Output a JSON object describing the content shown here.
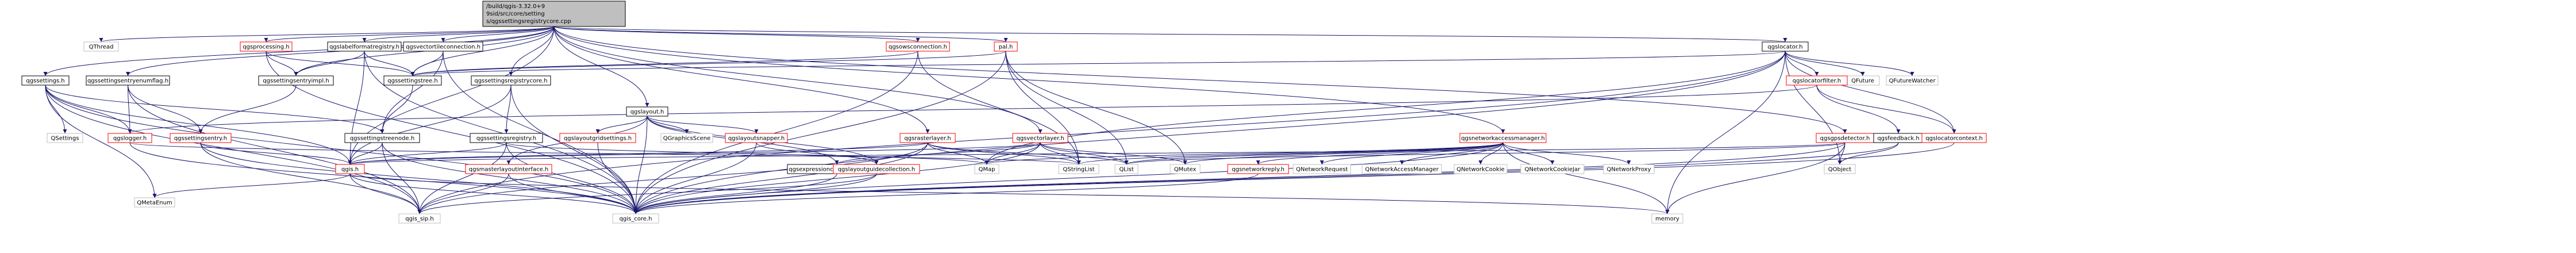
{
  "graph": {
    "edge_color": "#191970",
    "node_styles": {
      "root": {
        "fill": "#bfbfbf",
        "stroke": "#000000"
      },
      "normal": {
        "fill": "#ffffff",
        "stroke": "#000000"
      },
      "red": {
        "fill": "#ffffff",
        "stroke": "#ff0000"
      },
      "plain": {
        "fill": "#ffffff",
        "stroke": "#bfbfbf"
      }
    },
    "nodes": [
      {
        "id": "root",
        "label": "/build/qgis-3.32.0+99sid/src/core/settings/qgssettingsregistrycore.cpp",
        "style": "root"
      },
      {
        "id": "QThread",
        "label": "QThread",
        "style": "plain"
      },
      {
        "id": "qgssettings_h",
        "label": "qgssettings.h",
        "style": "normal"
      },
      {
        "id": "qgssettingsentryenumflag_h",
        "label": "qgssettingsentryenumflag.h",
        "style": "normal"
      },
      {
        "id": "qgsprocessing_h",
        "label": "qgsprocessing.h",
        "style": "red"
      },
      {
        "id": "qgslabelformatregistry_h",
        "label": "qgslabelformatregistry.h",
        "style": "normal"
      },
      {
        "id": "qgsvectortileconnection_h",
        "label": "qgsvectortileconnection.h",
        "style": "normal"
      },
      {
        "id": "qgsowsconnection_h",
        "label": "qgsowsconnection.h",
        "style": "red"
      },
      {
        "id": "pal_h",
        "label": "pal.h",
        "style": "red"
      },
      {
        "id": "qgslocator_h",
        "label": "qgslocator.h",
        "style": "normal"
      },
      {
        "id": "qgssettingsentryimpl_h",
        "label": "qgssettingsentryimpl.h",
        "style": "normal"
      },
      {
        "id": "qgssettingstree_h",
        "label": "qgssettingstree.h",
        "style": "normal"
      },
      {
        "id": "qgssettingsregistrycore_h",
        "label": "qgssettingsregistrycore.h",
        "style": "normal"
      },
      {
        "id": "qgslayout_h",
        "label": "qgslayout.h",
        "style": "normal"
      },
      {
        "id": "QFuture",
        "label": "QFuture",
        "style": "plain"
      },
      {
        "id": "QFutureWatcher",
        "label": "QFutureWatcher",
        "style": "plain"
      },
      {
        "id": "qgslocatorfilter_h",
        "label": "qgslocatorfilter.h",
        "style": "red"
      },
      {
        "id": "QSettings",
        "label": "QSettings",
        "style": "plain"
      },
      {
        "id": "qgslogger_h",
        "label": "qgslogger.h",
        "style": "red"
      },
      {
        "id": "qgssettingsentry_h",
        "label": "qgssettingsentry.h",
        "style": "red"
      },
      {
        "id": "qgssettingstreenode_h",
        "label": "qgssettingstreenode.h",
        "style": "normal"
      },
      {
        "id": "qgssettingsregistry_h",
        "label": "qgssettingsregistry.h",
        "style": "normal"
      },
      {
        "id": "qgslayoutgridsettings_h",
        "label": "qgslayoutgridsettings.h",
        "style": "red"
      },
      {
        "id": "QGraphicsScene",
        "label": "QGraphicsScene",
        "style": "plain"
      },
      {
        "id": "qgslayoutsnapper_h",
        "label": "qgslayoutsnapper.h",
        "style": "red"
      },
      {
        "id": "qgsrasterlayer_h",
        "label": "qgsrasterlayer.h",
        "style": "red"
      },
      {
        "id": "qgsvectorlayer_h",
        "label": "qgsvectorlayer.h",
        "style": "red"
      },
      {
        "id": "qgsnetworkaccessmanager_h",
        "label": "qgsnetworkaccessmanager.h",
        "style": "red"
      },
      {
        "id": "qgsgpsdetector_h",
        "label": "qgsgpsdetector.h",
        "style": "red"
      },
      {
        "id": "qgsfeedback_h",
        "label": "qgsfeedback.h",
        "style": "normal"
      },
      {
        "id": "qgslocatorcontext_h",
        "label": "qgslocatorcontext.h",
        "style": "red"
      },
      {
        "id": "qgis_h",
        "label": "qgis.h",
        "style": "red"
      },
      {
        "id": "qgsmasterlayoutinterface_h",
        "label": "qgsmasterlayoutinterface.h",
        "style": "red"
      },
      {
        "id": "qgsexpressioncontextgenerator_h",
        "label": "qgsexpressioncontextgenerator.h",
        "style": "normal"
      },
      {
        "id": "qgslayoutguidecollection_h",
        "label": "qgslayoutguidecollection.h",
        "style": "red"
      },
      {
        "id": "QMap",
        "label": "QMap",
        "style": "plain"
      },
      {
        "id": "QStringList",
        "label": "QStringList",
        "style": "plain"
      },
      {
        "id": "QList",
        "label": "QList",
        "style": "plain"
      },
      {
        "id": "QMutex",
        "label": "QMutex",
        "style": "plain"
      },
      {
        "id": "qgsnetworkreply_h",
        "label": "qgsnetworkreply.h",
        "style": "red"
      },
      {
        "id": "QNetworkRequest",
        "label": "QNetworkRequest",
        "style": "plain"
      },
      {
        "id": "QNetworkAccessManager",
        "label": "QNetworkAccessManager",
        "style": "plain"
      },
      {
        "id": "QNetworkCookie",
        "label": "QNetworkCookie",
        "style": "plain"
      },
      {
        "id": "QNetworkCookieJar",
        "label": "QNetworkCookieJar",
        "style": "plain"
      },
      {
        "id": "QNetworkProxy",
        "label": "QNetworkProxy",
        "style": "plain"
      },
      {
        "id": "QObject",
        "label": "QObject",
        "style": "plain"
      },
      {
        "id": "QMetaEnum",
        "label": "QMetaEnum",
        "style": "plain"
      },
      {
        "id": "qgis_sip_h",
        "label": "qgis_sip.h",
        "style": "plain"
      },
      {
        "id": "qgis_core_h",
        "label": "qgis_core.h",
        "style": "plain"
      },
      {
        "id": "memory",
        "label": "memory",
        "style": "plain"
      }
    ],
    "edges": [
      [
        "root",
        "QThread"
      ],
      [
        "root",
        "qgssettings_h"
      ],
      [
        "root",
        "qgssettingsentryenumflag_h"
      ],
      [
        "root",
        "qgsprocessing_h"
      ],
      [
        "root",
        "qgslabelformatregistry_h"
      ],
      [
        "root",
        "qgsvectortileconnection_h"
      ],
      [
        "root",
        "qgsowsconnection_h"
      ],
      [
        "root",
        "pal_h"
      ],
      [
        "root",
        "qgslocator_h"
      ],
      [
        "root",
        "qgssettingsregistrycore_h"
      ],
      [
        "root",
        "qgslayout_h"
      ],
      [
        "root",
        "qgsrasterlayer_h"
      ],
      [
        "root",
        "qgsvectorlayer_h"
      ],
      [
        "root",
        "qgsnetworkaccessmanager_h"
      ],
      [
        "root",
        "qgsgpsdetector_h"
      ],
      [
        "root",
        "qgssettingsentryimpl_h"
      ],
      [
        "root",
        "qgssettingstree_h"
      ],
      [
        "root",
        "qgis_h"
      ],
      [
        "qgssettings_h",
        "QSettings"
      ],
      [
        "qgssettings_h",
        "qgslogger_h"
      ],
      [
        "qgssettings_h",
        "qgssettingstreenode_h"
      ],
      [
        "qgssettings_h",
        "QMetaEnum"
      ],
      [
        "qgssettings_h",
        "qgis_sip_h"
      ],
      [
        "qgssettings_h",
        "qgis_core_h"
      ],
      [
        "qgssettings_h",
        "qgis_h"
      ],
      [
        "qgssettingsentryenumflag_h",
        "qgssettingsentry_h"
      ],
      [
        "qgssettingsentryenumflag_h",
        "qgslogger_h"
      ],
      [
        "qgssettingsentryenumflag_h",
        "qgis_sip_h"
      ],
      [
        "qgsprocessing_h",
        "qgssettingsentryimpl_h"
      ],
      [
        "qgsprocessing_h",
        "qgssettingstree_h"
      ],
      [
        "qgsprocessing_h",
        "qgis_core_h"
      ],
      [
        "qgslabelformatregistry_h",
        "qgssettingsentryimpl_h"
      ],
      [
        "qgslabelformatregistry_h",
        "qgssettingstree_h"
      ],
      [
        "qgslabelformatregistry_h",
        "qgis_core_h"
      ],
      [
        "qgslabelformatregistry_h",
        "qgis_h"
      ],
      [
        "qgsvectortileconnection_h",
        "qgssettingstree_h"
      ],
      [
        "qgsvectortileconnection_h",
        "qgssettingstreenode_h"
      ],
      [
        "qgsvectortileconnection_h",
        "qgis_core_h"
      ],
      [
        "qgsowsconnection_h",
        "qgssettingstree_h"
      ],
      [
        "qgsowsconnection_h",
        "QStringList"
      ],
      [
        "qgsowsconnection_h",
        "qgis_core_h"
      ],
      [
        "pal_h",
        "qgssettingstree_h"
      ],
      [
        "pal_h",
        "QList"
      ],
      [
        "pal_h",
        "QMutex"
      ],
      [
        "pal_h",
        "QStringList"
      ],
      [
        "pal_h",
        "qgis_core_h"
      ],
      [
        "qgslocator_h",
        "QFuture"
      ],
      [
        "qgslocator_h",
        "QFutureWatcher"
      ],
      [
        "qgslocator_h",
        "qgslocatorfilter_h"
      ],
      [
        "qgslocator_h",
        "qgslocatorcontext_h"
      ],
      [
        "qgslocator_h",
        "qgssettingstree_h"
      ],
      [
        "qgslocator_h",
        "QObject"
      ],
      [
        "qgslocator_h",
        "QMap"
      ],
      [
        "qgslocator_h",
        "memory"
      ],
      [
        "qgslocator_h",
        "qgis_core_h"
      ],
      [
        "qgslocator_h",
        "qgis_sip_h"
      ],
      [
        "qgslocatorfilter_h",
        "qgslocatorcontext_h"
      ],
      [
        "qgslocatorfilter_h",
        "qgslogger_h"
      ],
      [
        "qgslocatorfilter_h",
        "qgsfeedback_h"
      ],
      [
        "qgssettingsentryimpl_h",
        "qgssettingsentry_h"
      ],
      [
        "qgssettingstree_h",
        "qgssettingstreenode_h"
      ],
      [
        "qgssettingsregistrycore_h",
        "qgssettingsregistry_h"
      ],
      [
        "qgssettingsregistrycore_h",
        "qgis_core_h"
      ],
      [
        "qgssettingsregistrycore_h",
        "qgis_h"
      ],
      [
        "qgssettingsentry_h",
        "qgis_h"
      ],
      [
        "qgssettingsentry_h",
        "qgis_core_h"
      ],
      [
        "qgssettingsentry_h",
        "qgis_sip_h"
      ],
      [
        "qgslogger_h",
        "qgis_core_h"
      ],
      [
        "qgslogger_h",
        "QStringList"
      ],
      [
        "qgssettingstreenode_h",
        "qgis_h"
      ],
      [
        "qgssettingstreenode_h",
        "qgis_core_h"
      ],
      [
        "qgssettingstreenode_h",
        "qgis_sip_h"
      ],
      [
        "qgssettingsregistry_h",
        "QMap"
      ],
      [
        "qgssettingsregistry_h",
        "qgis_core_h"
      ],
      [
        "qgssettingsregistry_h",
        "qgis_sip_h"
      ],
      [
        "qgssettingsregistry_h",
        "qgis_h"
      ],
      [
        "qgslayout_h",
        "QGraphicsScene"
      ],
      [
        "qgslayout_h",
        "qgslayoutgridsettings_h"
      ],
      [
        "qgslayout_h",
        "qgslayoutsnapper_h"
      ],
      [
        "qgslayout_h",
        "qgsmasterlayoutinterface_h"
      ],
      [
        "qgslayout_h",
        "qgsexpressioncontextgenerator_h"
      ],
      [
        "qgslayout_h",
        "qgslayoutguidecollection_h"
      ],
      [
        "qgslayout_h",
        "qgis_core_h"
      ],
      [
        "qgslayoutgridsettings_h",
        "qgis_core_h"
      ],
      [
        "qgslayoutsnapper_h",
        "qgslayoutguidecollection_h"
      ],
      [
        "qgslayoutsnapper_h",
        "qgis_core_h"
      ],
      [
        "qgsrasterlayer_h",
        "qgis_core_h"
      ],
      [
        "qgsrasterlayer_h",
        "qgis_sip_h"
      ],
      [
        "qgsrasterlayer_h",
        "QMap"
      ],
      [
        "qgsrasterlayer_h",
        "QList"
      ],
      [
        "qgsrasterlayer_h",
        "QStringList"
      ],
      [
        "qgsrasterlayer_h",
        "qgis_h"
      ],
      [
        "qgsvectorlayer_h",
        "qgis_core_h"
      ],
      [
        "qgsvectorlayer_h",
        "QMap"
      ],
      [
        "qgsvectorlayer_h",
        "QStringList"
      ],
      [
        "qgsvectorlayer_h",
        "QList"
      ],
      [
        "qgsvectorlayer_h",
        "QMutex"
      ],
      [
        "qgsvectorlayer_h",
        "qgis_h"
      ],
      [
        "qgsvectorlayer_h",
        "qgsexpressioncontextgenerator_h"
      ],
      [
        "qgsnetworkaccessmanager_h",
        "QList"
      ],
      [
        "qgsnetworkaccessmanager_h",
        "QStringList"
      ],
      [
        "qgsnetworkaccessmanager_h",
        "QMutex"
      ],
      [
        "qgsnetworkaccessmanager_h",
        "qgsnetworkreply_h"
      ],
      [
        "qgsnetworkaccessmanager_h",
        "QNetworkRequest"
      ],
      [
        "qgsnetworkaccessmanager_h",
        "QNetworkAccessManager"
      ],
      [
        "qgsnetworkaccessmanager_h",
        "QNetworkCookie"
      ],
      [
        "qgsnetworkaccessmanager_h",
        "QNetworkCookieJar"
      ],
      [
        "qgsnetworkaccessmanager_h",
        "QNetworkProxy"
      ],
      [
        "qgsnetworkaccessmanager_h",
        "memory"
      ],
      [
        "qgsnetworkaccessmanager_h",
        "qgis_core_h"
      ],
      [
        "qgsnetworkaccessmanager_h",
        "QMap"
      ],
      [
        "qgsnetworkreply_h",
        "qgis_core_h"
      ],
      [
        "qgsgpsdetector_h",
        "QObject"
      ],
      [
        "qgsgpsdetector_h",
        "QList"
      ],
      [
        "qgsgpsdetector_h",
        "memory"
      ],
      [
        "qgsgpsdetector_h",
        "qgis_core_h"
      ],
      [
        "qgsgpsdetector_h",
        "qgis_h"
      ],
      [
        "qgsfeedback_h",
        "QObject"
      ],
      [
        "qgsfeedback_h",
        "qgis_core_h"
      ],
      [
        "qgslocatorcontext_h",
        "qgis_core_h"
      ],
      [
        "qgis_h",
        "QMetaEnum"
      ],
      [
        "qgis_h",
        "qgis_sip_h"
      ],
      [
        "qgis_h",
        "qgis_core_h"
      ],
      [
        "qgis_h",
        "memory"
      ],
      [
        "qgsmasterlayoutinterface_h",
        "qgis_core_h"
      ],
      [
        "qgsmasterlayoutinterface_h",
        "qgis_sip_h"
      ],
      [
        "qgsexpressioncontextgenerator_h",
        "qgis_core_h"
      ],
      [
        "qgslayoutguidecollection_h",
        "qgis_core_h"
      ],
      [
        "qgslayoutguidecollection_h",
        "qgis_sip_h"
      ]
    ]
  }
}
